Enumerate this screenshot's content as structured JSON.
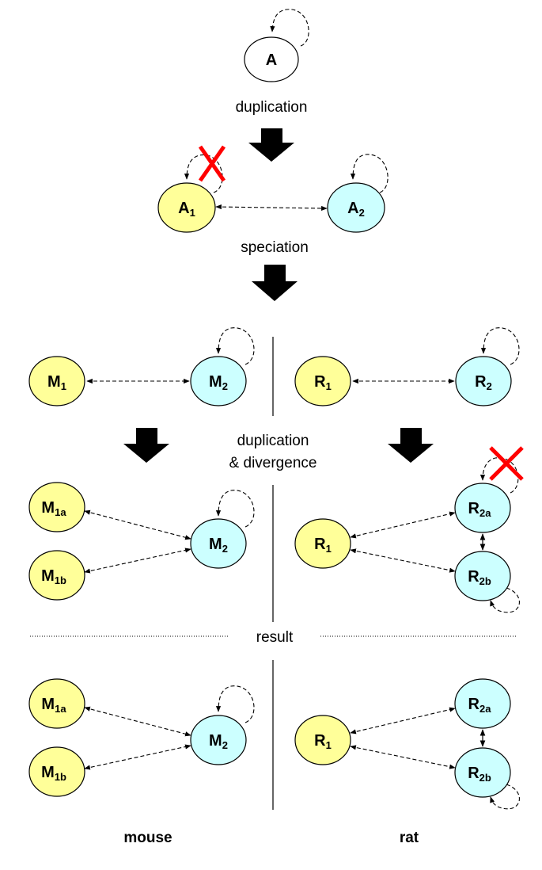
{
  "colors": {
    "gene_1": "#ffff99",
    "gene_2": "#ccffff",
    "ancestral": "#ffffff",
    "loss_mark": "#ff0000",
    "ink": "#000000"
  },
  "labels": {
    "duplication": "duplication",
    "speciation": "speciation",
    "dup_diverge_line1": "duplication",
    "dup_diverge_line2": "& divergence",
    "result": "result",
    "mouse": "mouse",
    "rat": "rat"
  },
  "nodes": {
    "A": {
      "main": "A",
      "sub": ""
    },
    "A1": {
      "main": "A",
      "sub": "1"
    },
    "A2": {
      "main": "A",
      "sub": "2"
    },
    "M1": {
      "main": "M",
      "sub": "1"
    },
    "M2": {
      "main": "M",
      "sub": "2"
    },
    "R1": {
      "main": "R",
      "sub": "1"
    },
    "R2": {
      "main": "R",
      "sub": "2"
    },
    "M1a": {
      "main": "M",
      "sub": "1a"
    },
    "M1b": {
      "main": "M",
      "sub": "1b"
    },
    "R2a": {
      "main": "R",
      "sub": "2a"
    },
    "R2b": {
      "main": "R",
      "sub": "2b"
    }
  }
}
